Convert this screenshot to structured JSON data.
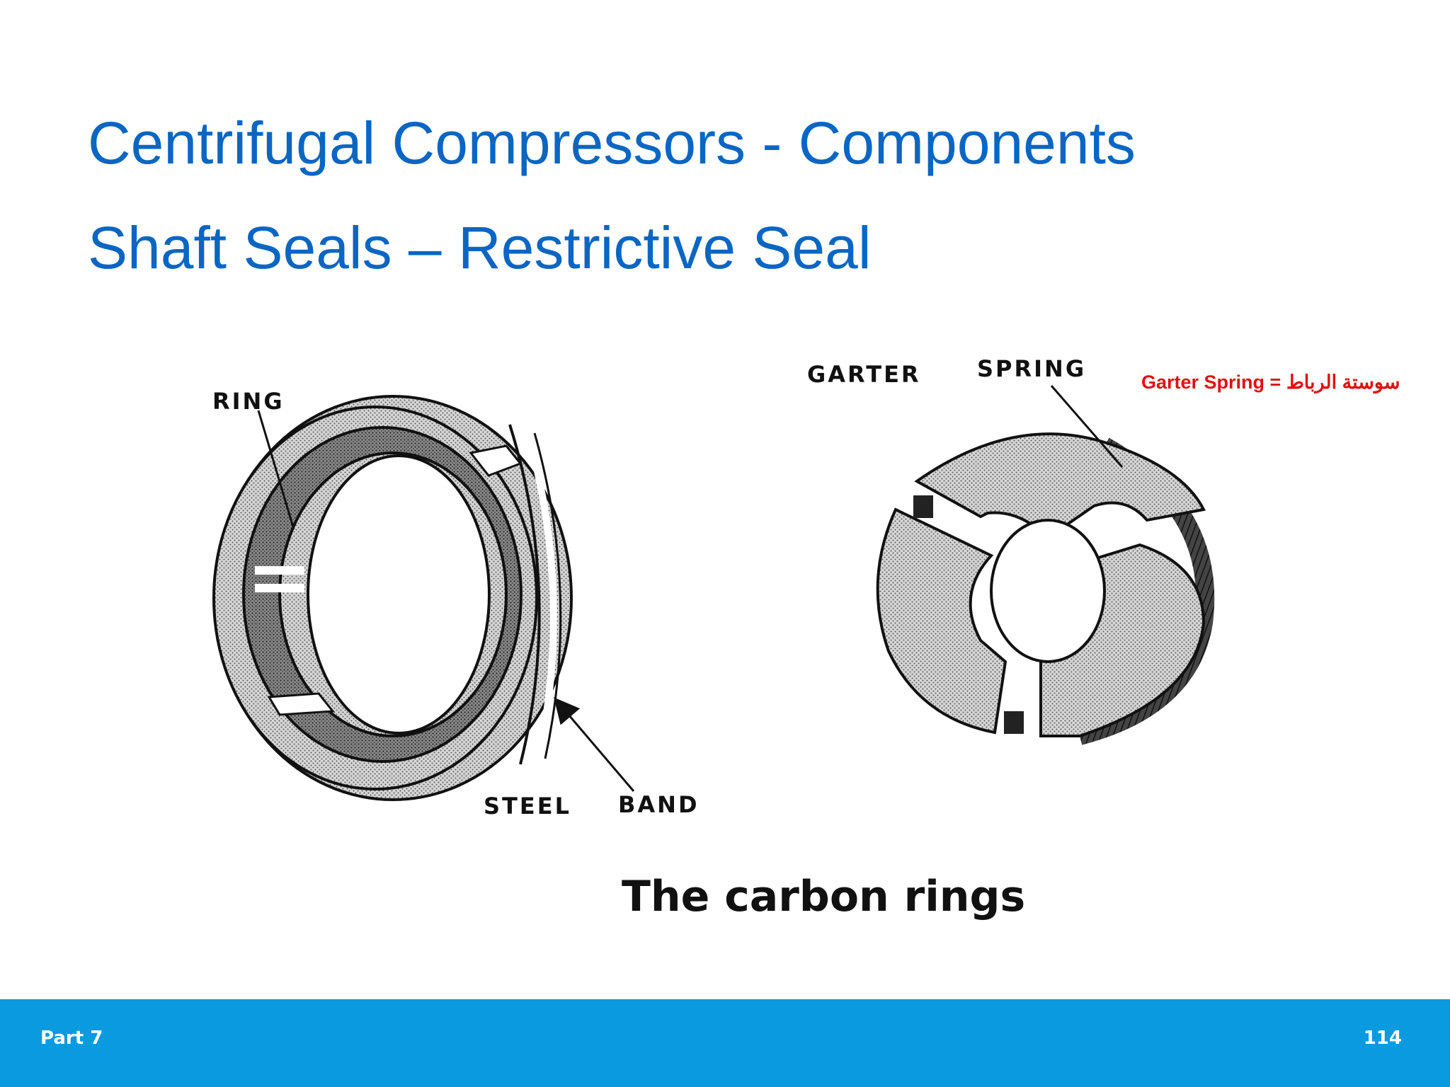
{
  "slide": {
    "title_line1": "Centrifugal Compressors - Components",
    "title_line2": "Shaft Seals – Restrictive Seal",
    "caption": "The carbon rings"
  },
  "left_figure": {
    "labels": {
      "ring": "RING",
      "steel": "STEEL",
      "band": "BAND"
    }
  },
  "right_figure": {
    "labels": {
      "garter": "GARTER",
      "spring": "SPRING"
    },
    "translation": "Garter Spring = سوستة الرباط"
  },
  "footer": {
    "left": "Part 7",
    "right": "114"
  },
  "colors": {
    "title": "#0a66c2",
    "footer_bar": "#0a9ae0",
    "translation": "#e01010"
  }
}
